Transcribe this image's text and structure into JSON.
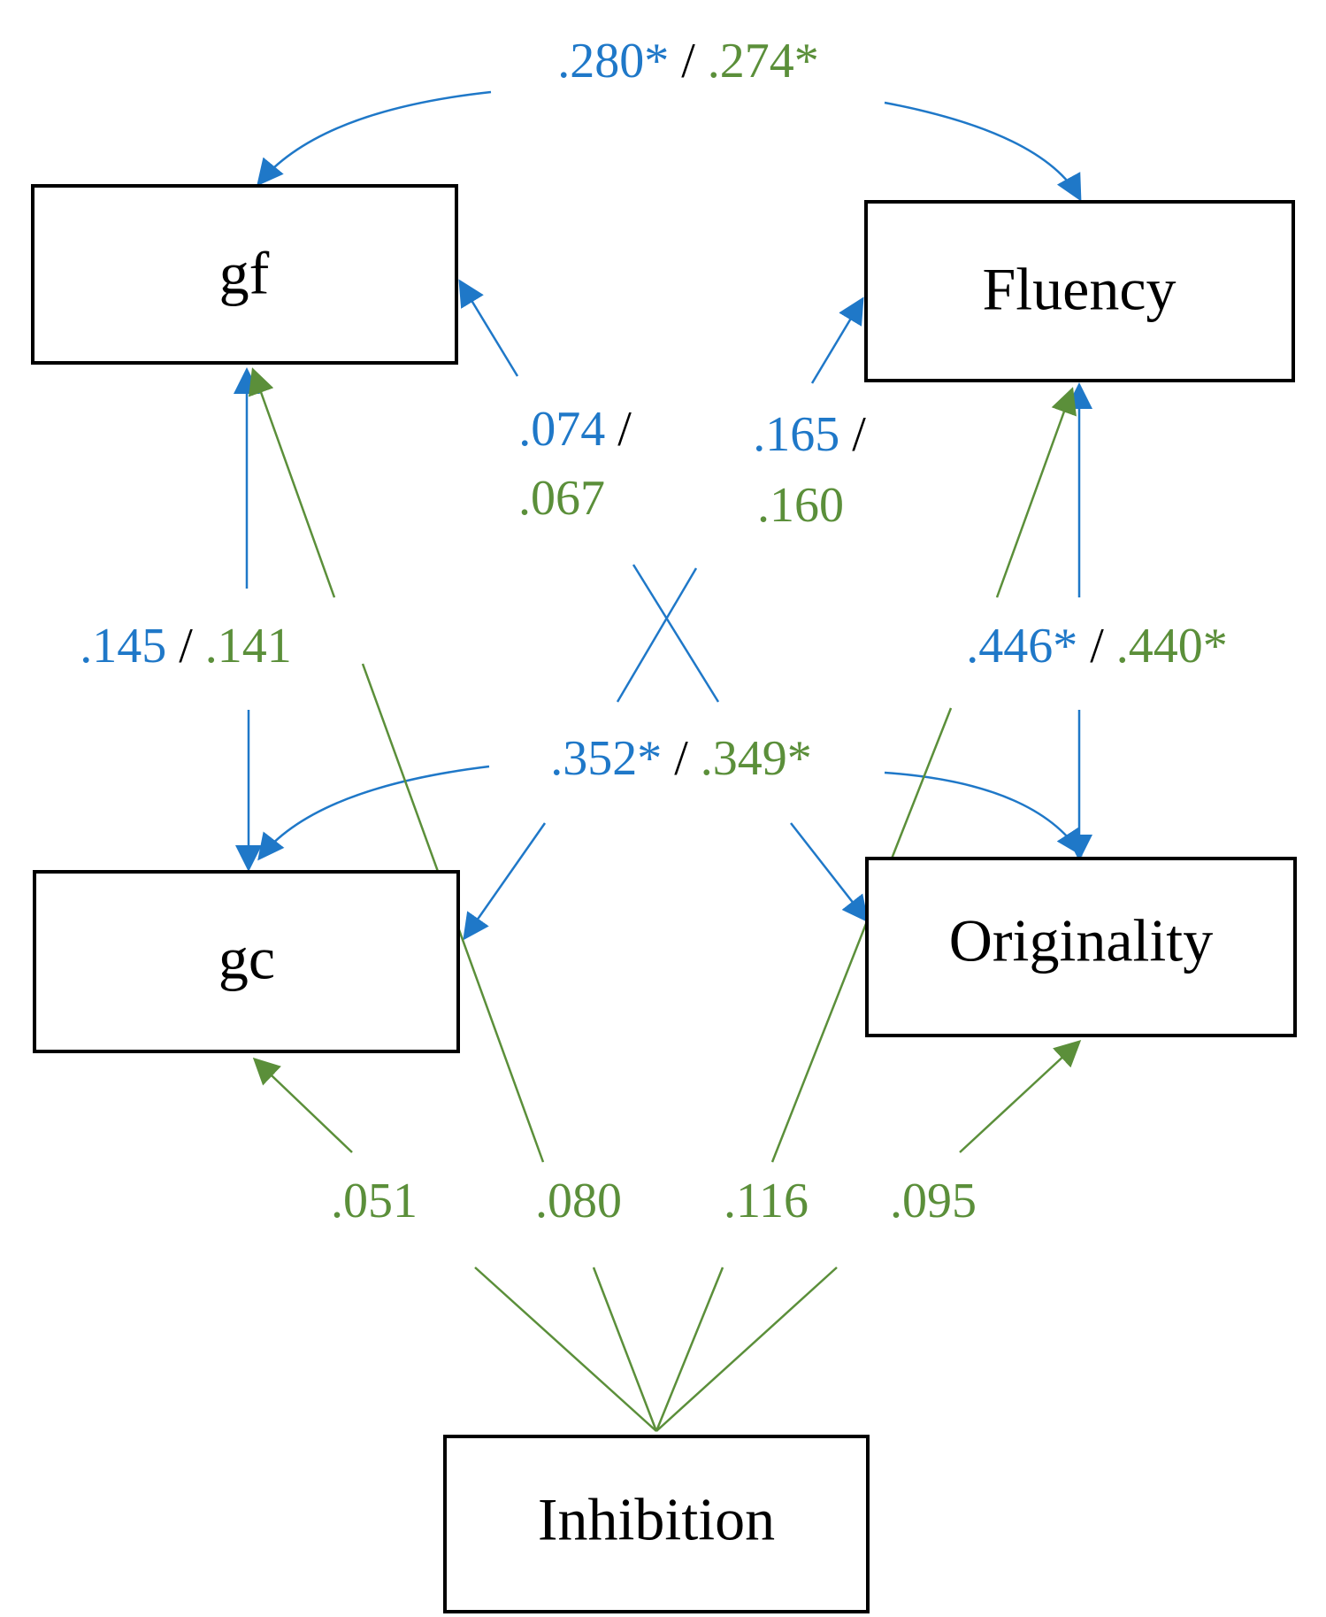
{
  "colors": {
    "model1": "#1f78c8",
    "model2": "#5b8f3a",
    "separator": "#000000"
  },
  "nodes": {
    "gf": "gf",
    "fluency": "Fluency",
    "gc": "gc",
    "originality": "Originality",
    "inhibition": "Inhibition"
  },
  "coefficients": {
    "gf_fluency": {
      "model1": ".280*",
      "sep": " / ",
      "model2": ".274*"
    },
    "gc_originality": {
      "model1": ".352*",
      "sep": " / ",
      "model2": ".349*"
    },
    "gf_gc": {
      "model1": ".145",
      "sep": " / ",
      "model2": ".141"
    },
    "fluency_originality": {
      "model1": ".446*",
      "sep": " / ",
      "model2": ".440*"
    },
    "gf_originality": {
      "model1": ".074",
      "sep": " /",
      "model2": ".067"
    },
    "fluency_gc": {
      "model1": ".165",
      "sep": " /",
      "model2": ".160"
    },
    "inhibition_gc": ".051",
    "inhibition_gf": ".080",
    "inhibition_fluency": ".116",
    "inhibition_originality": ".095"
  }
}
